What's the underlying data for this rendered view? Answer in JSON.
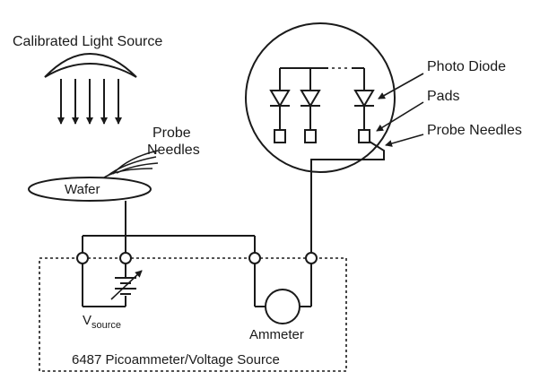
{
  "labels": {
    "light_source": "Calibrated Light Source",
    "probe_top": "Probe",
    "probe_bottom": "Needles",
    "wafer": "Wafer",
    "photo_diode": "Photo Diode",
    "pads": "Pads",
    "probe_needles": "Probe Needles",
    "vsource_main": "V",
    "vsource_sub": "source",
    "ammeter": "Ammeter",
    "instrument": "6487 Picoammeter/Voltage Source"
  },
  "colors": {
    "ink": "#1a1a1a",
    "background": "#ffffff"
  }
}
